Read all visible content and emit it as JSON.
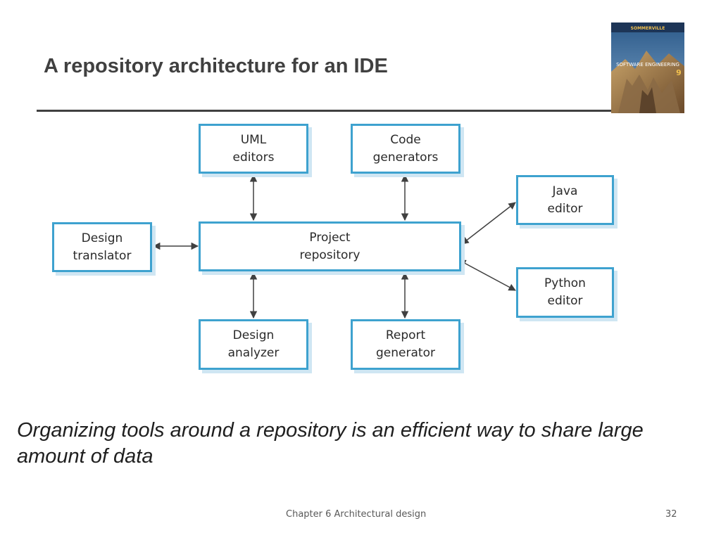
{
  "slide": {
    "title": "A repository architecture for an IDE",
    "caption": "Organizing tools around  a repository is an efficient way to share large amount of data",
    "footer": {
      "chapter": "Chapter 6 Architectural design",
      "page": "32"
    }
  },
  "book_cover": {
    "series_text": "SOMMERVILLE",
    "title_text": "SOFTWARE ENGINEERING",
    "edition": "9"
  },
  "diagram": {
    "nodes": {
      "uml_editors": "UML\neditors",
      "code_generators": "Code\ngenerators",
      "java_editor": "Java\neditor",
      "design_translator": "Design\ntranslator",
      "project_repository": "Project\nrepository",
      "python_editor": "Python\neditor",
      "design_analyzer": "Design\nanalyzer",
      "report_generator": "Report\ngenerator"
    },
    "edges": [
      {
        "from": "uml_editors",
        "to": "project_repository",
        "bidirectional": true
      },
      {
        "from": "code_generators",
        "to": "project_repository",
        "bidirectional": true
      },
      {
        "from": "design_translator",
        "to": "project_repository",
        "bidirectional": true
      },
      {
        "from": "java_editor",
        "to": "project_repository",
        "bidirectional": true
      },
      {
        "from": "python_editor",
        "to": "project_repository",
        "bidirectional": true
      },
      {
        "from": "design_analyzer",
        "to": "project_repository",
        "bidirectional": true
      },
      {
        "from": "report_generator",
        "to": "project_repository",
        "bidirectional": true
      }
    ],
    "colors": {
      "box_border": "#3ea2cf",
      "box_shadow": "#cfe6f3",
      "arrow": "#404040"
    }
  }
}
